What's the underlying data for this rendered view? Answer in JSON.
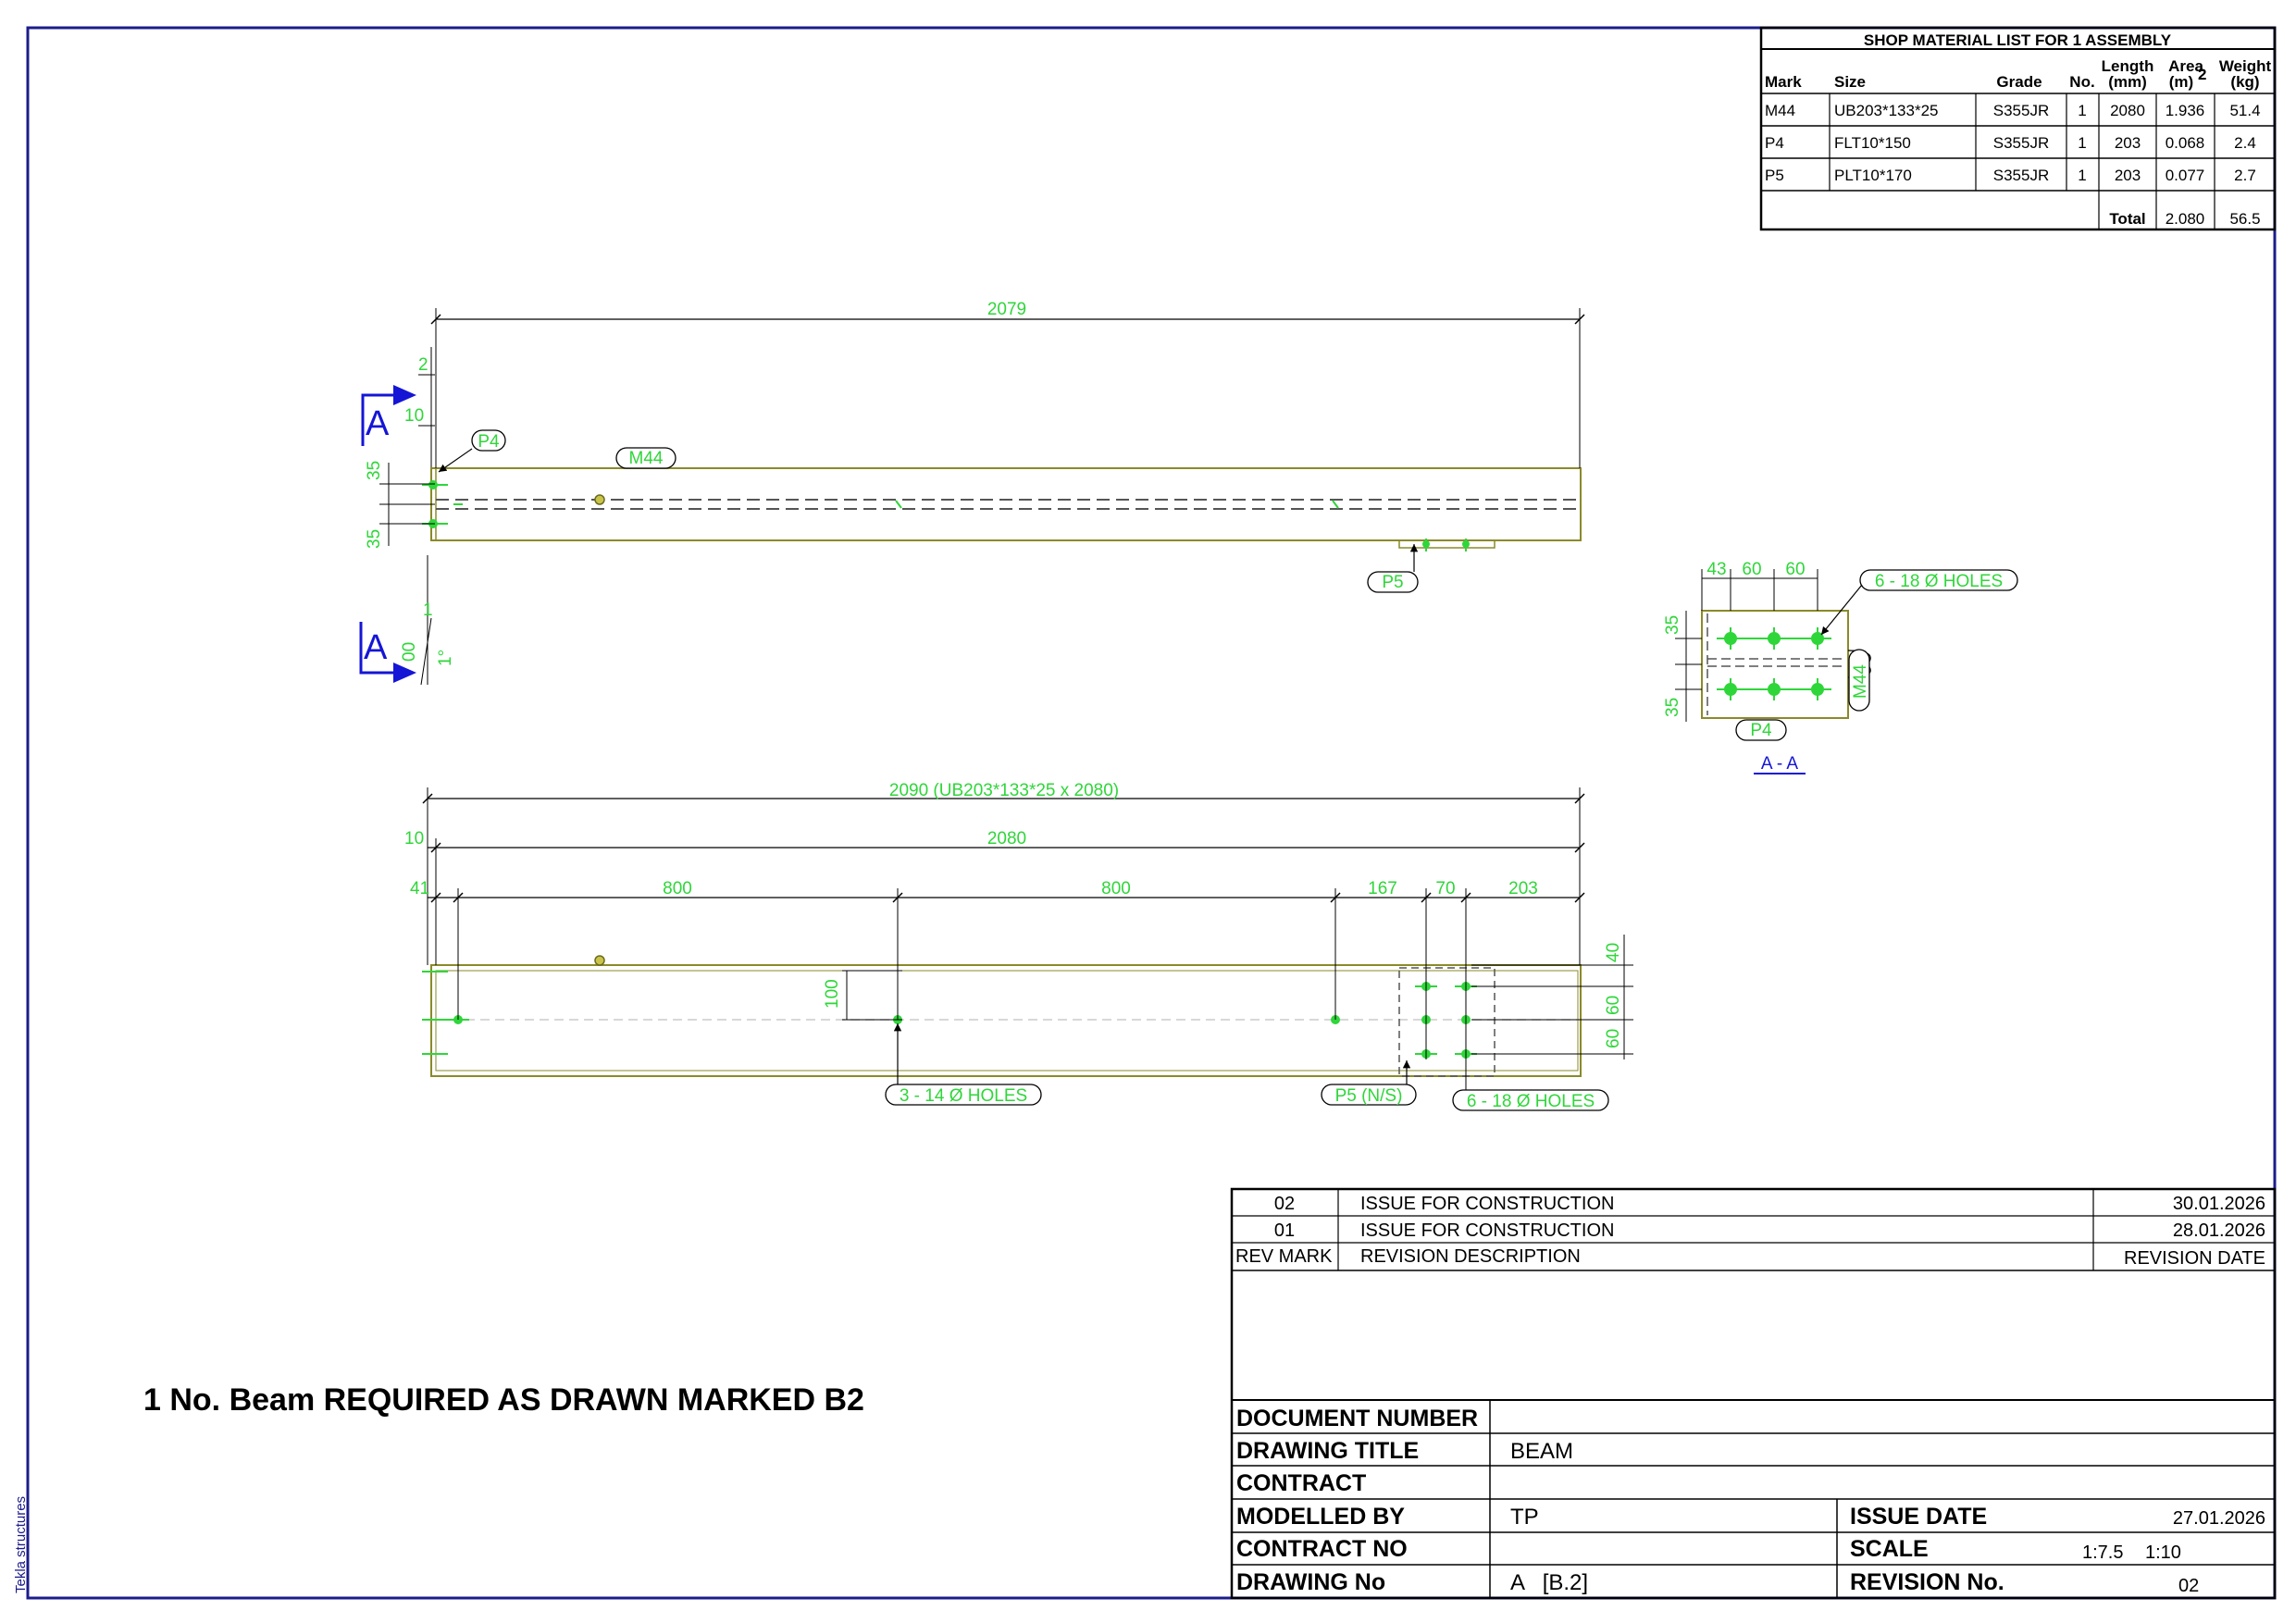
{
  "material_list": {
    "title": "SHOP MATERIAL LIST FOR 1 ASSEMBLY",
    "headers": {
      "mark": "Mark",
      "size": "Size",
      "grade": "Grade",
      "no": "No.",
      "length_1": "Length",
      "length_2": "(mm)",
      "area_1": "Area",
      "area_2": "(m)",
      "area_sup": "2",
      "weight_1": "Weight",
      "weight_2": "(kg)"
    },
    "rows": [
      {
        "mark": "M44",
        "size": "UB203*133*25",
        "grade": "S355JR",
        "no": "1",
        "length": "2080",
        "area": "1.936",
        "weight": "51.4"
      },
      {
        "mark": "P4",
        "size": "FLT10*150",
        "grade": "S355JR",
        "no": "1",
        "length": "203",
        "area": "0.068",
        "weight": "2.4"
      },
      {
        "mark": "P5",
        "size": "PLT10*170",
        "grade": "S355JR",
        "no": "1",
        "length": "203",
        "area": "0.077",
        "weight": "2.7"
      }
    ],
    "total_label": "Total",
    "total_area": "2.080",
    "total_weight": "56.5"
  },
  "top_view": {
    "dim_overall": "2079",
    "dim_2": "2",
    "dim_10": "10",
    "dim_35a": "35",
    "dim_35b": "35",
    "dim_1": "1",
    "dim_00": "00",
    "dim_angle": "1°",
    "label_p4": "P4",
    "label_m44": "M44",
    "label_p5": "P5",
    "section_letter_top": "A",
    "section_letter_bottom": "A"
  },
  "bottom_view": {
    "dim_overall": "2090 (UB203*133*25 x 2080)",
    "dim_10": "10",
    "dim_2080": "2080",
    "dim_41": "41",
    "dim_800a": "800",
    "dim_800b": "800",
    "dim_167": "167",
    "dim_70": "70",
    "dim_203": "203",
    "dim_100": "100",
    "dim_40": "40",
    "dim_60a": "60",
    "dim_60b": "60",
    "label_holes_14": "3 - 14 Ø HOLES",
    "label_p5ns": "P5 (N/S)",
    "label_holes_18": "6 - 18 Ø HOLES"
  },
  "section_view": {
    "dim_43": "43",
    "dim_60a": "60",
    "dim_60b": "60",
    "dim_35a": "35",
    "dim_35b": "35",
    "label_holes": "6 - 18 Ø HOLES",
    "label_p4": "P4",
    "label_m44": "M44",
    "title": "A - A"
  },
  "note": "1 No. Beam REQUIRED AS DRAWN MARKED B2",
  "revisions": {
    "rows": [
      {
        "mark": "02",
        "desc": "ISSUE FOR CONSTRUCTION",
        "date": "30.01.2026"
      },
      {
        "mark": "01",
        "desc": "ISSUE FOR CONSTRUCTION",
        "date": "28.01.2026"
      }
    ],
    "head_mark": "REV MARK",
    "head_desc": "REVISION DESCRIPTION",
    "head_date": "REVISION DATE"
  },
  "title_block": {
    "doc_number_label": "DOCUMENT NUMBER",
    "doc_number": "",
    "drawing_title_label": "DRAWING TITLE",
    "drawing_title": "BEAM",
    "contract_label": "CONTRACT",
    "contract": "",
    "modelled_by_label": "MODELLED BY",
    "modelled_by": "TP",
    "issue_date_label": "ISSUE DATE",
    "issue_date": "27.01.2026",
    "contract_no_label": "CONTRACT NO",
    "contract_no": "",
    "scale_label": "SCALE",
    "scale_1": "1:7.5",
    "scale_2": "1:10",
    "drawing_no_label": "DRAWING No",
    "drawing_no": "A   [B.2]",
    "revision_no_label": "REVISION No.",
    "revision_no": "02"
  },
  "side_label": "Tekla structures",
  "colors": {
    "border": "#1c1c8c",
    "dimension": "#2fd63a",
    "part": "#8a8a2a",
    "section_arrow": "#1515d6"
  }
}
